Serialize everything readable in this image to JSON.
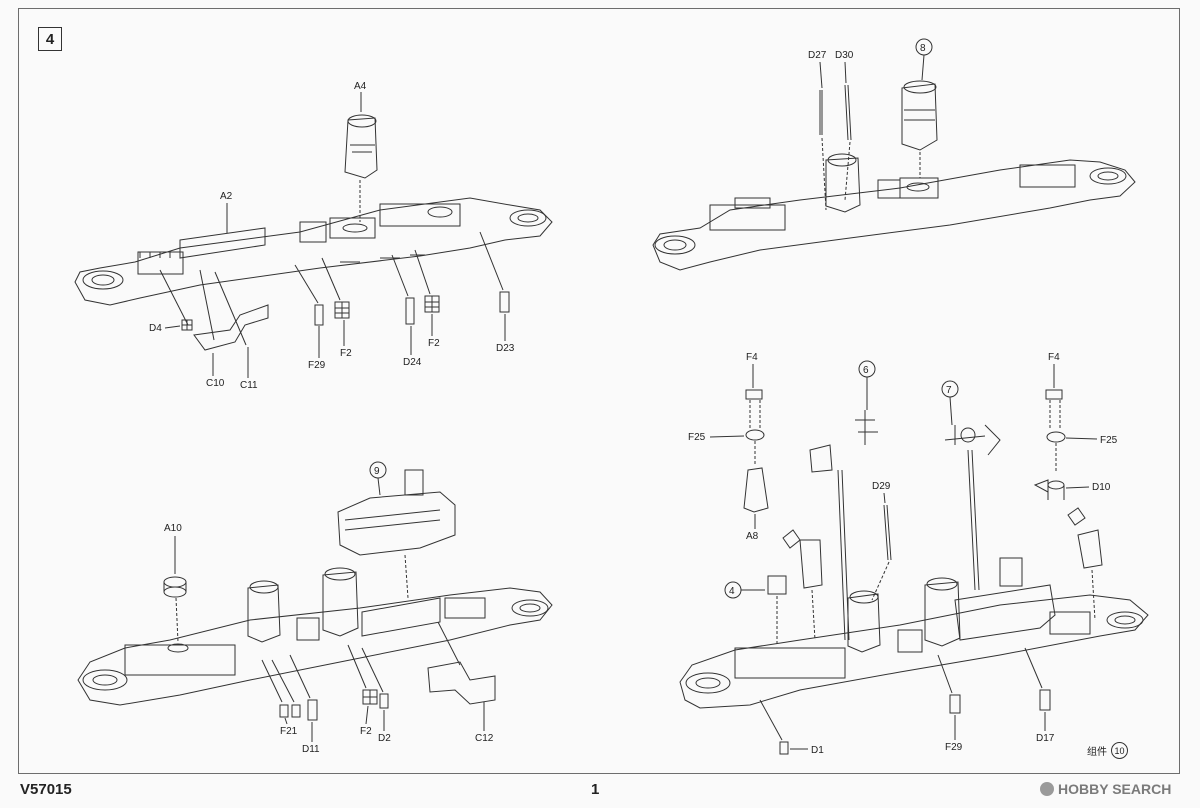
{
  "step": {
    "number": "4"
  },
  "footer": {
    "code": "V57015",
    "page": "1"
  },
  "assembly": {
    "label": "组件",
    "number": "10"
  },
  "watermark": {
    "text": "HOBBY SEARCH"
  },
  "panel_top_left": {
    "labels": {
      "a4": "A4",
      "a2": "A2",
      "d4": "D4",
      "c10": "C10",
      "c11": "C11",
      "f29": "F29",
      "f2a": "F2",
      "d24": "D24",
      "f2b": "F2",
      "d23": "D23"
    }
  },
  "panel_top_right": {
    "labels": {
      "d27": "D27",
      "d30": "D30"
    },
    "callout": "8"
  },
  "panel_bottom_left": {
    "labels": {
      "a10": "A10",
      "f21": "F21",
      "d11": "D11",
      "f2": "F2",
      "d2": "D2",
      "c12": "C12"
    },
    "callout": "9"
  },
  "panel_bottom_right": {
    "labels": {
      "f4a": "F4",
      "f25a": "F25",
      "a8": "A8",
      "f4b": "F4",
      "f25b": "F25",
      "d10": "D10",
      "d29": "D29",
      "d1": "D1",
      "f29": "F29",
      "d17": "D17"
    },
    "callouts": {
      "c4": "4",
      "c6": "6",
      "c7": "7"
    }
  }
}
